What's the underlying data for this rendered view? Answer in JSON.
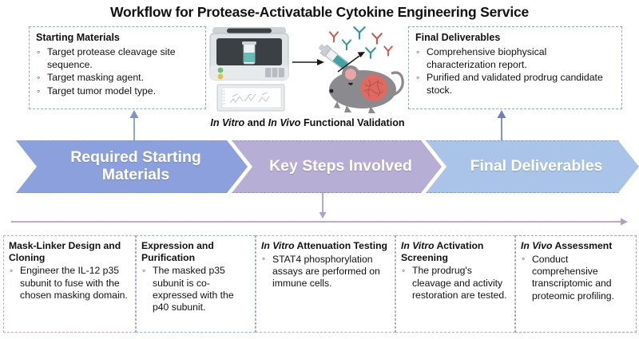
{
  "title": "Workflow for Protease-Activatable Cytokine Engineering Service",
  "colors": {
    "chevron_1": "#8ba0dd",
    "chevron_2": "#b6aed4",
    "chevron_3": "#a9c4e8",
    "connector_arrow": "#b49ccb",
    "box_border_blue": "#8ca8d8",
    "card_border_pink": "#d79fb4",
    "card_border_blue": "#93aede",
    "card_border_grey": "#b3b3b3",
    "mouse_body": "#8a8a8f",
    "tumor": "#e26a62",
    "antibody_teal": "#2e9aa0",
    "antibody_red": "#d4564a",
    "syringe_liquid": "#2e9aa0"
  },
  "top_left_box": {
    "heading": "Starting Materials",
    "bullets": [
      "Target protease cleavage site sequence.",
      "Target masking agent.",
      "Target tumor model type."
    ]
  },
  "top_right_box": {
    "heading": "Final Deliverables",
    "bullets": [
      "Comprehensive biophysical characterization report.",
      "Purified and validated prodrug candidate stock."
    ]
  },
  "illustration": {
    "caption_prefix": "In Vitro",
    "caption_middle": " and ",
    "caption_italic2": "In Vivo",
    "caption_suffix": " Functional Validation",
    "elements": [
      "lab-instrument-icon",
      "test-tube-icon",
      "chart-printout-icon",
      "syringe-icon",
      "mouse-with-tumor-icon",
      "antibody-icon"
    ]
  },
  "chevrons": [
    {
      "label": "Required Starting Materials"
    },
    {
      "label": "Key Steps Involved"
    },
    {
      "label": "Final Deliverables"
    }
  ],
  "steps": [
    {
      "title_italic": "",
      "title": "Mask-Linker Design and Cloning",
      "bullets": [
        "Engineer the IL-12 p35 subunit to fuse with the chosen masking domain."
      ]
    },
    {
      "title_italic": "",
      "title": "Expression and Purification",
      "bullets": [
        "The masked p35 subunit is co-expressed with the p40 subunit."
      ]
    },
    {
      "title_italic": "In Vitro",
      "title": " Attenuation Testing",
      "bullets": [
        "STAT4 phosphorylation assays are performed on immune cells."
      ]
    },
    {
      "title_italic": "In Vitro",
      "title": " Activation Screening",
      "bullets": [
        "The prodrug's cleavage and activity restoration are tested."
      ]
    },
    {
      "title_italic": "In Vivo",
      "title": " Assessment",
      "bullets": [
        "Conduct comprehensive transcriptomic and proteomic profiling."
      ]
    }
  ]
}
